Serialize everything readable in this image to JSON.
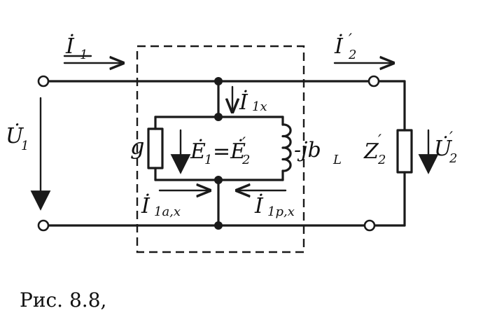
{
  "labels": {
    "i1_top": "İ",
    "i1_top_sub": "1",
    "i2_top": "İ",
    "i2_top_sub": "2",
    "i2_top_prime": "′",
    "i1x": "İ",
    "i1x_sub": "1x",
    "u1": "U̇",
    "u1_sub": "1",
    "g": "g",
    "e_eq": "Ė",
    "e_eq_sub1": "1",
    "e_eq_mid": "=Ė",
    "e_eq_sub2": "2",
    "e_eq_prime": "′",
    "jbl": "-jb",
    "jbl_sub": "L",
    "z2": "Z",
    "z2_prime": "′",
    "z2_sub": "2",
    "u2": "U̇",
    "u2_prime": "′",
    "u2_sub": "2",
    "i1ax": "İ",
    "i1ax_sub": "1a,x",
    "i1px": "İ",
    "i1px_sub": "1p,x"
  },
  "caption": "Рис.  8.8,"
}
